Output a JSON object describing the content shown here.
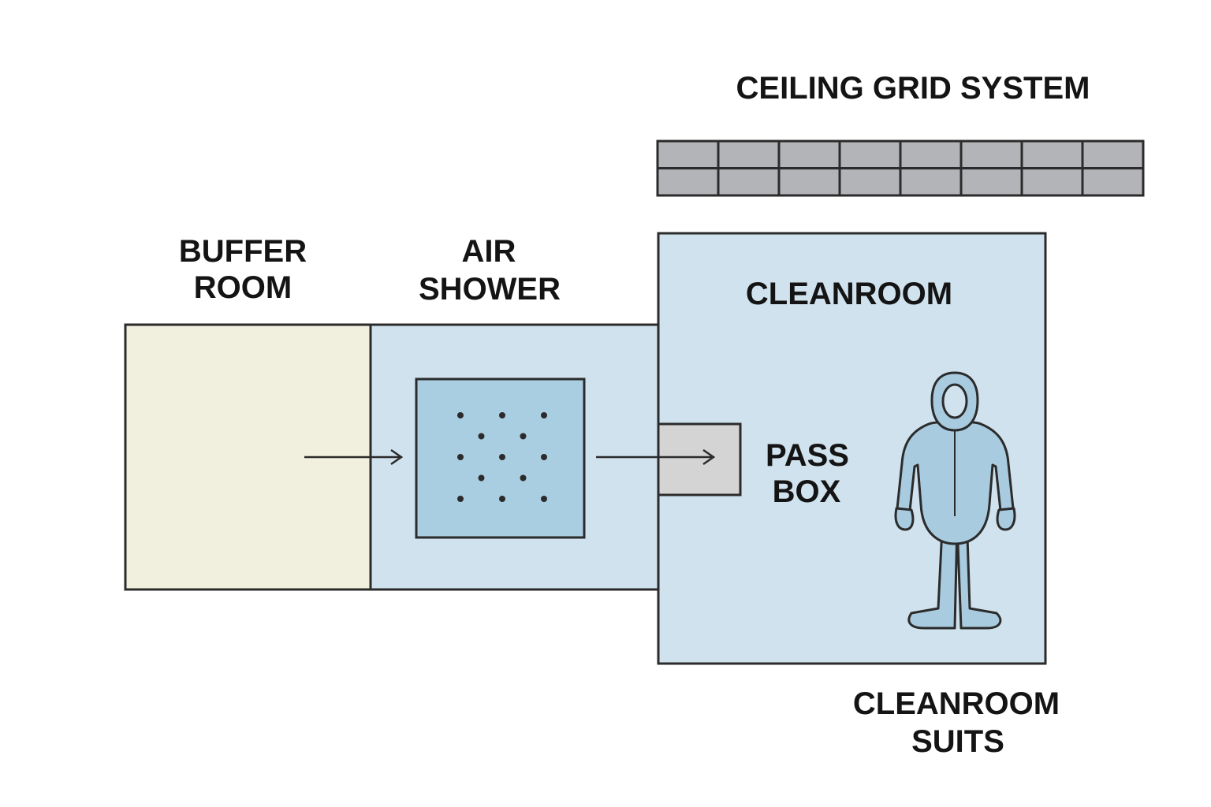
{
  "labels": {
    "ceiling": "CEILING GRID SYSTEM",
    "buffer_line1": "BUFFER",
    "buffer_line2": "ROOM",
    "air_line1": "AIR",
    "air_line2": "SHOWER",
    "cleanroom": "CLEANROOM",
    "pass_line1": "PASS",
    "pass_line2": "BOX",
    "suits_line1": "CLEANROOM",
    "suits_line2": "SUITS"
  },
  "ceiling_grid": {
    "columns": 8,
    "rows": 2
  },
  "nozzle_rows": [
    3,
    2,
    3,
    2,
    3
  ],
  "colors": {
    "stroke": "#2b2b2b",
    "buffer_room": "#f1f0df",
    "air_shower": "#cfe2ee",
    "air_shower_panel": "#a9cde1",
    "cleanroom": "#cfe2ee",
    "pass_box": "#d4d4d4",
    "ceiling_tile": "#b3b4b7",
    "suit": "#a8cbe0"
  },
  "icons": {
    "suit": "person-in-coverall-icon",
    "arrow": "arrow-right-icon"
  }
}
